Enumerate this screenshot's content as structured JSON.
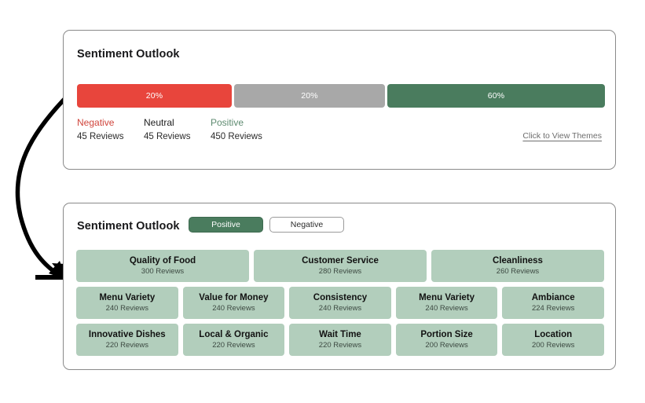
{
  "colors": {
    "negative": "#e8453c",
    "neutral": "#a8a8a8",
    "positive": "#4a7c5e",
    "theme_fill": "#b2cebc",
    "negative_text": "#d0453c",
    "positive_text": "#5e8b70",
    "card_border": "#8a8a8a",
    "page_background": "#ffffff"
  },
  "sentiment_card": {
    "title": "Sentiment Outlook",
    "segments": [
      {
        "key": "negative",
        "percent_label": "20%",
        "label": "Negative",
        "count_label": "45 Reviews",
        "percent": 20,
        "reviews": 45
      },
      {
        "key": "neutral",
        "percent_label": "20%",
        "label": "Neutral",
        "count_label": "45 Reviews",
        "percent": 20,
        "reviews": 45
      },
      {
        "key": "positive",
        "percent_label": "60%",
        "label": "Positive",
        "count_label": "450 Reviews",
        "percent": 60,
        "reviews": 450
      }
    ],
    "view_themes_link": "Click to View Themes"
  },
  "themes_card": {
    "title": "Sentiment Outlook",
    "toggles": [
      {
        "label": "Positive",
        "selected": true
      },
      {
        "label": "Negative",
        "selected": false
      }
    ],
    "rows": [
      [
        {
          "name": "Quality of Food",
          "count_label": "300 Reviews",
          "reviews": 300
        },
        {
          "name": "Customer Service",
          "count_label": "280 Reviews",
          "reviews": 280
        },
        {
          "name": "Cleanliness",
          "count_label": "260 Reviews",
          "reviews": 260
        }
      ],
      [
        {
          "name": "Menu Variety",
          "count_label": "240 Reviews",
          "reviews": 240
        },
        {
          "name": "Value for Money",
          "count_label": "240 Reviews",
          "reviews": 240
        },
        {
          "name": "Consistency",
          "count_label": "240 Reviews",
          "reviews": 240
        },
        {
          "name": "Menu Variety",
          "count_label": "240 Reviews",
          "reviews": 240
        },
        {
          "name": "Ambiance",
          "count_label": "224 Reviews",
          "reviews": 224
        }
      ],
      [
        {
          "name": "Innovative Dishes",
          "count_label": "220 Reviews",
          "reviews": 220
        },
        {
          "name": "Local & Organic",
          "count_label": "220 Reviews",
          "reviews": 220
        },
        {
          "name": "Wait Time",
          "count_label": "220 Reviews",
          "reviews": 220
        },
        {
          "name": "Portion Size",
          "count_label": "200 Reviews",
          "reviews": 200
        },
        {
          "name": "Location",
          "count_label": "200 Reviews",
          "reviews": 200
        }
      ]
    ]
  },
  "annotation": {
    "arrow": "curved-arrow-from-sentiment-bar-to-themes-grid"
  }
}
